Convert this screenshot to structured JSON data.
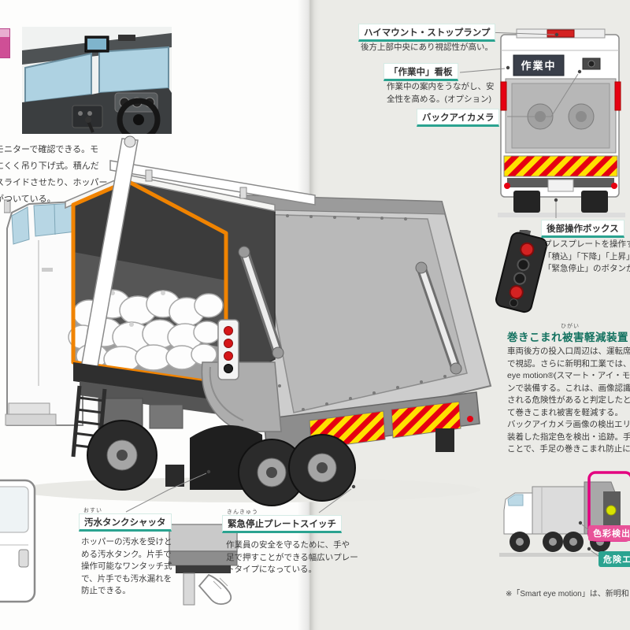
{
  "page": {
    "footnote": "※「Smart eye motion」は、新明和"
  },
  "intro_text": {
    "lines": [
      "モニターで確認できる。モ",
      "にくく吊り下げ式。積んだ",
      "スライドさせたり、ホッパー",
      "がついている。"
    ]
  },
  "callouts": {
    "highmount": {
      "title": "ハイマウント・ストップランプ",
      "lines": [
        "後方上部中央にあり視認性が高い。"
      ]
    },
    "worksign": {
      "title": "「作業中」看板",
      "lines": [
        "作業中の案内をうながし、安",
        "全性を高める。(オプション)"
      ]
    },
    "backeye": {
      "title": "バックアイカメラ"
    },
    "rearbox": {
      "title": "後部操作ボックス",
      "lines": [
        "プレスプレートを操作するボ",
        "「積込」「下降」「上昇」「反",
        "「緊急停止」のボタンがあ"
      ]
    },
    "sewage": {
      "title": "汚水タンクシャッタ",
      "furigana": "おすい",
      "lines": [
        "ホッパーの汚水を受けと",
        "める汚水タンク。片手で",
        "操作可能なワンタッチ式",
        "で、片手でも汚水漏れを",
        "防止できる。"
      ]
    },
    "emergency": {
      "title": "緊急停止プレートスイッチ",
      "furigana": "きんきゅう",
      "lines": [
        "作業員の安全を守るために、手や",
        "足で押すことができる幅広いプレー",
        "トタイプになっている。"
      ]
    }
  },
  "safety_section": {
    "title": "巻きこまれ被害軽減装置",
    "furigana": "ひがい",
    "lines": [
      "車両後方の投入口周辺は、運転席か",
      "で視認。さらに新明和工業では、巻き",
      "eye motion®(スマート・アイ・モー",
      "ンで装備する。これは、画像認識技",
      "される危険性があると判定したときに",
      "て巻きこまれ被害を軽減する。",
      "バックアイカメラ画像の検出エリアに",
      "装着した指定色を検出・追跡。手袋",
      "ことで、手足の巻きこまれ防止につな"
    ]
  },
  "illustrations": {
    "work_sign_text": "作業中",
    "color_detect_label": "色彩検出",
    "danger_area_label": "危険エリ"
  },
  "colors": {
    "accent_teal": "#2ba390",
    "highlight_orange": "#f08300",
    "alert_pink": "#e85298",
    "stripe_red": "#e60012",
    "stripe_yellow": "#ffe100"
  }
}
